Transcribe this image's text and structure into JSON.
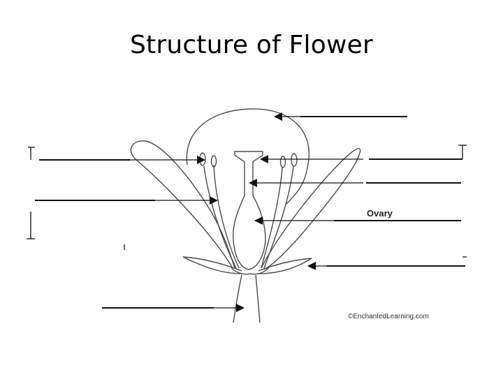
{
  "slide": {
    "title": "Structure of Flower"
  },
  "diagram": {
    "labels": {
      "ovary": "Ovary"
    },
    "credit": "©EnchantedLearning.com"
  }
}
